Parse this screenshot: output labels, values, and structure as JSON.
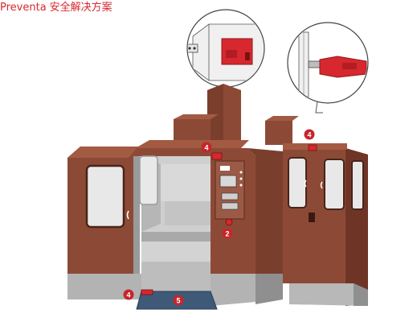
{
  "header": {
    "brand": "Preventa",
    "subtitle": "安全解决方案"
  },
  "callouts": [
    {
      "number": "4",
      "target": "upper-door-interlock"
    },
    {
      "number": "4",
      "target": "right-door-interlock"
    },
    {
      "number": "2",
      "target": "emergency-stop"
    },
    {
      "number": "4",
      "target": "lower-door-interlock"
    },
    {
      "number": "5",
      "target": "safety-mat"
    }
  ],
  "colors": {
    "brand_red": "#d7282f",
    "machine_body": "#8c4a36",
    "machine_shadow": "#6e3526",
    "interior_gray": "#c9c9c9",
    "floor_blue": "#3e5a78",
    "badge_red": "#c6252b"
  }
}
